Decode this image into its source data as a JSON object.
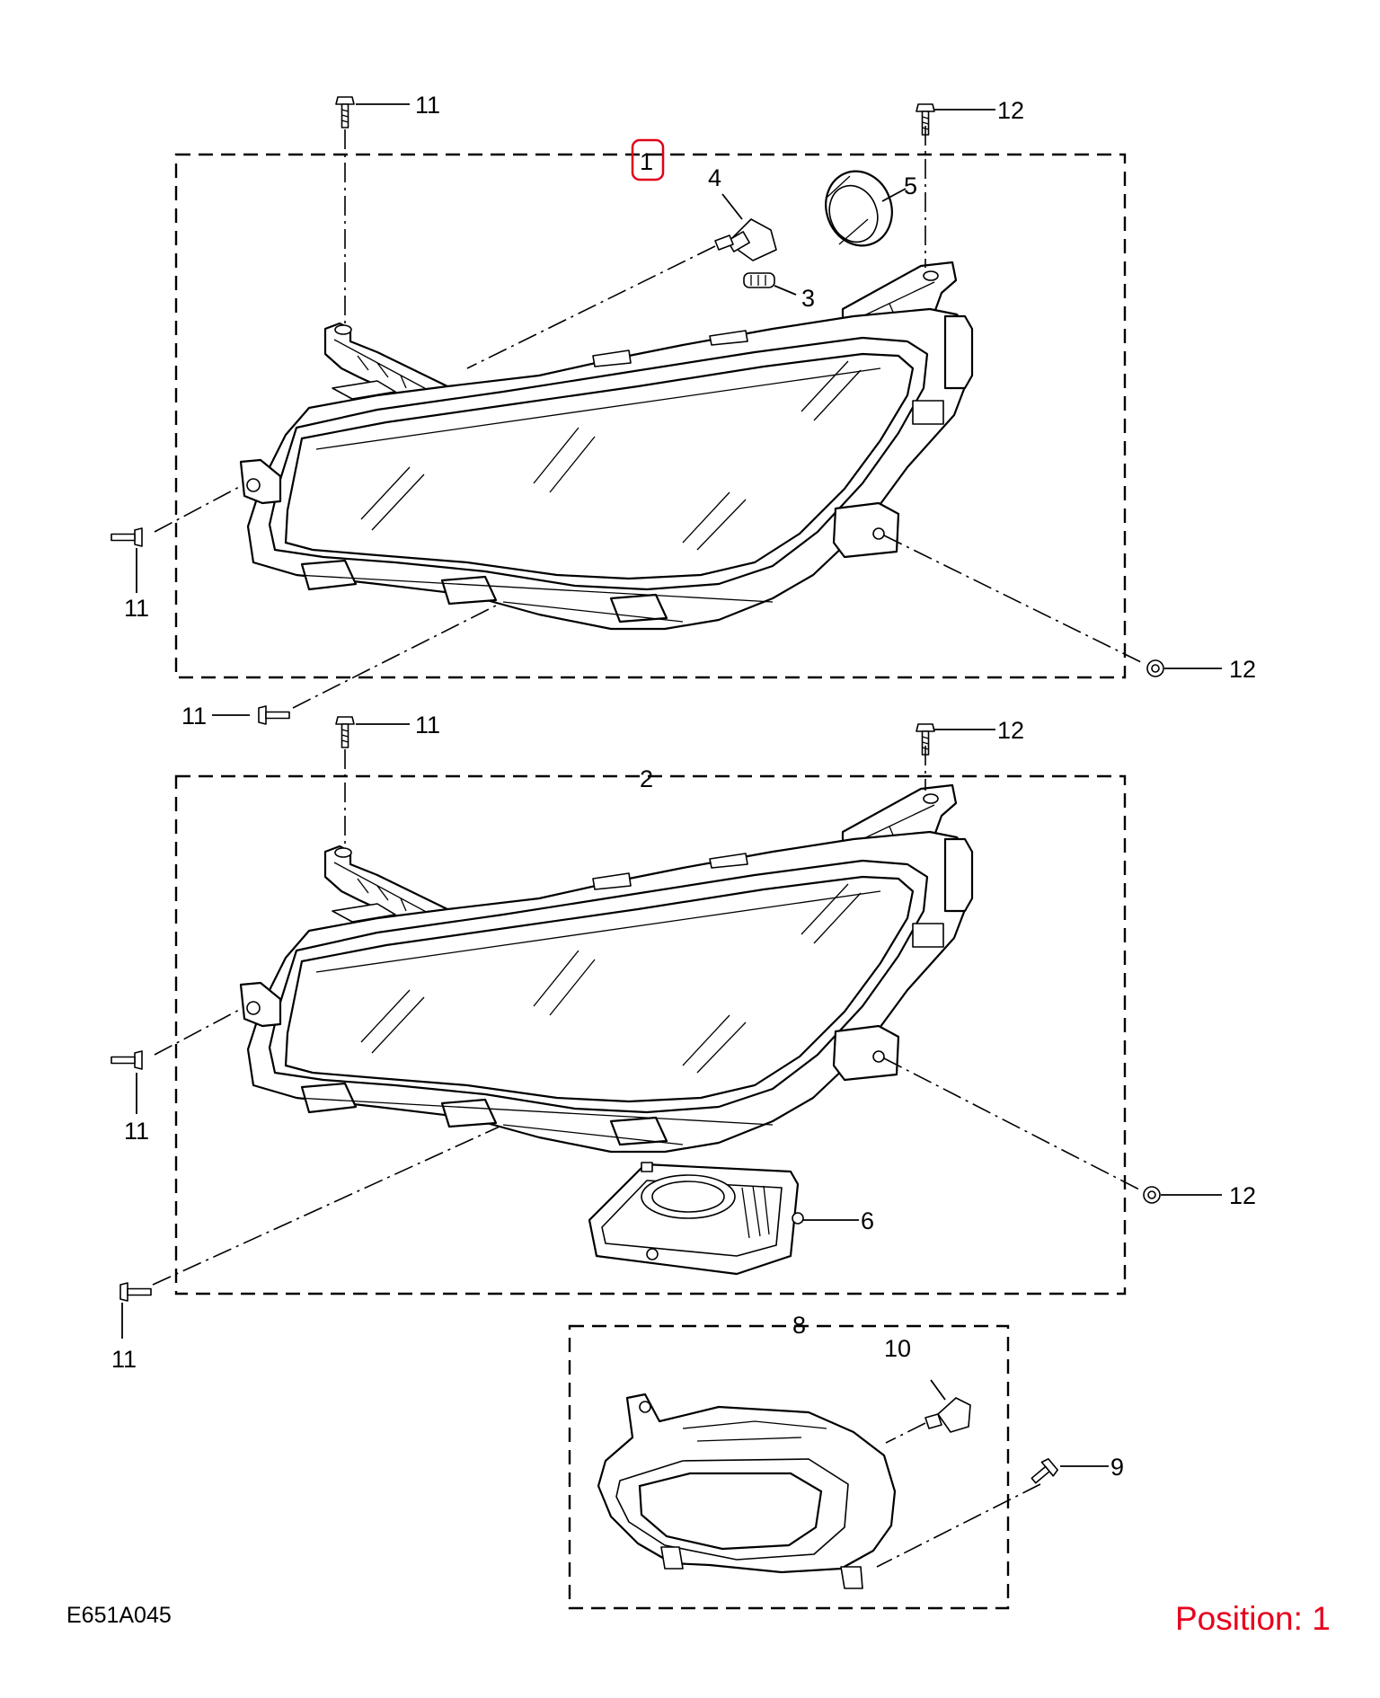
{
  "diagram": {
    "callouts": {
      "c1": "1",
      "c2": "2",
      "c3": "3",
      "c4": "4",
      "c5": "5",
      "c6": "6",
      "c8": "8",
      "c9": "9",
      "c10": "10",
      "c11": "11",
      "c12": "12"
    },
    "figure_code": "E651A045",
    "position_label": "Position: 1",
    "highlight_color": "#e0001a"
  }
}
